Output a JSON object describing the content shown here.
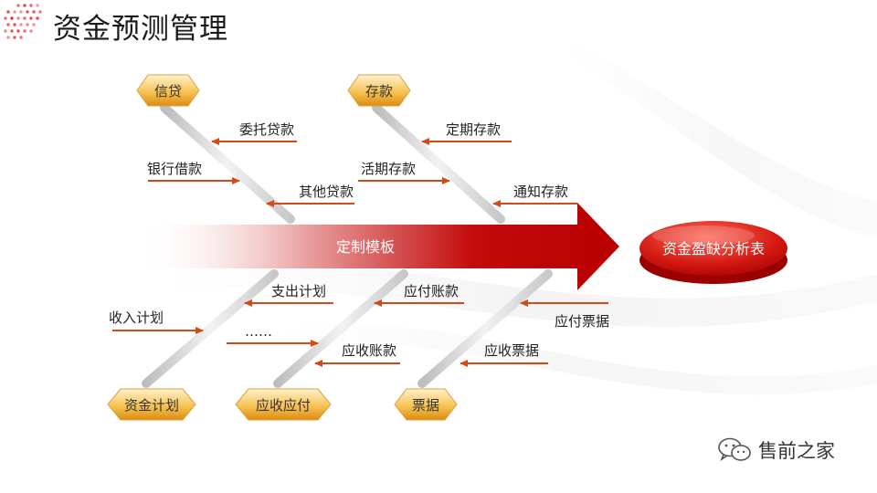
{
  "title": "资金预测管理",
  "colors": {
    "accent": "#c00000",
    "arrow_line": "#d24a16",
    "hexagon_fill": "#f2b23a",
    "bone": "#dcdcdc"
  },
  "diagram": {
    "spine_label": "定制模板",
    "target_label": "资金盈缺分析表",
    "top_categories": [
      "信贷",
      "存款"
    ],
    "bottom_categories": [
      "资金计划",
      "应收应付",
      "票据"
    ],
    "branches": {
      "loan": [
        "委托贷款",
        "银行借款",
        "其他贷款"
      ],
      "deposit": [
        "定期存款",
        "活期存款",
        "通知存款"
      ],
      "plan": [
        "支出计划",
        "收入计划",
        "……"
      ],
      "ar_ap": [
        "应付账款",
        "应收账款"
      ],
      "bills": [
        "应付票据",
        "应收票据"
      ]
    }
  },
  "watermark": {
    "icon": "wechat-icon",
    "text": "售前之家"
  }
}
